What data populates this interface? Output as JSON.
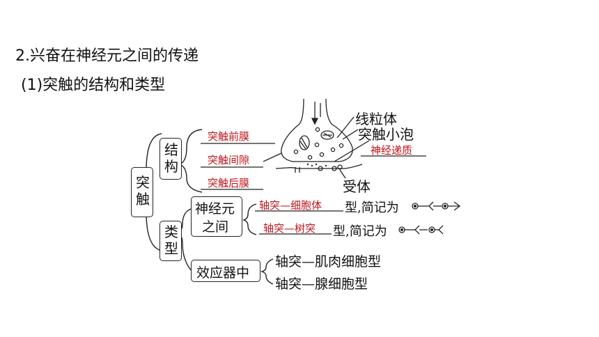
{
  "heading": {
    "section_title": "2.兴奋在神经元之间的传递",
    "subsection_title": "(1)突触的结构和类型"
  },
  "diagram": {
    "root": {
      "chars": [
        "突",
        "触"
      ]
    },
    "structure": {
      "chars": [
        "结",
        "构"
      ],
      "answers": {
        "presynaptic": "突触前膜",
        "cleft": "突触间隙",
        "postsynaptic": "突触后膜"
      },
      "labels": {
        "mitochondria": "线粒体",
        "vesicle": "突触小泡",
        "neurotransmitter": "神经递质",
        "receptor": "受体"
      }
    },
    "types": {
      "chars": [
        "类",
        "型"
      ],
      "between_neurons": {
        "line1": "神经元",
        "line2": "之间",
        "row1": {
          "answer": "轴突—细胞体",
          "suffix": "型,简记为"
        },
        "row2": {
          "answer": "轴突—树突",
          "suffix": "型,简记为"
        }
      },
      "effector": {
        "label": "效应器中",
        "row1": "轴突—肌肉细胞型",
        "row2": "轴突—腺细胞型"
      }
    }
  },
  "colors": {
    "answer": "#c0141b",
    "line": "#222222"
  }
}
